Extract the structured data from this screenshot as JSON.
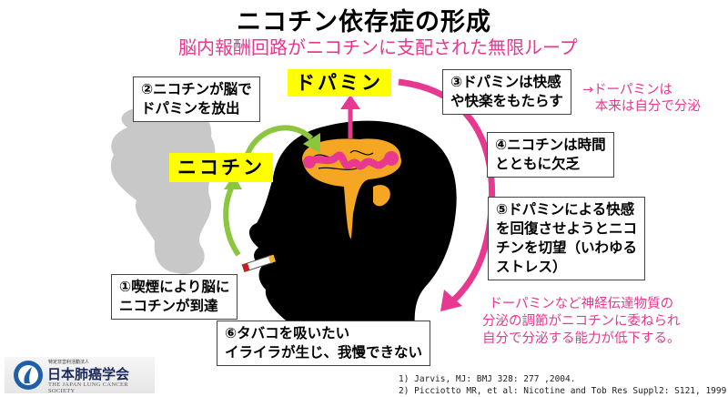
{
  "title": "ニコチン依存症の形成",
  "subtitle": "脳内報酬回路がニコチンに支配された無限ループ",
  "labels": {
    "dopamine": "ドパミン",
    "nicotine": "ニコチン"
  },
  "steps": [
    {
      "id": 1,
      "text": "①喫煙により脳に\nニコチンが到達"
    },
    {
      "id": 2,
      "text": "②ニコチンが脳で\nドパミンを放出"
    },
    {
      "id": 3,
      "text": "③ドパミンは快感\nや快楽をもたらす"
    },
    {
      "id": 4,
      "text": "④ニコチンは時間\nとともに欠乏"
    },
    {
      "id": 5,
      "text": "⑤ドパミンによる快感\nを回復させようとニコ\nチンを切望（いわゆる\nストレス）"
    },
    {
      "id": 6,
      "text": "⑥タバコを吸いたい\nイライラが生じ、我慢できない"
    }
  ],
  "notes": {
    "dopamine_note": "→ドーパミンは\n   本来は自分で分泌",
    "regulation_note": "ドーパミンなど神経伝達物質の\n分泌の調節がニコチンに委ねられ\n自分で分泌する能力が低下する。"
  },
  "references": [
    "1) Jarvis, MJ: BMJ 328: 277 ,2004.",
    "2) Picciotto MR, et al: Nicotine and Tob Res Suppl2: S121, 1999."
  ],
  "logo": {
    "org_type": "特定非営利活動法人",
    "name_ja": "日本肺癌学会",
    "name_en": "THE JAPAN LUNG CANCER SOCIETY"
  },
  "colors": {
    "accent_pink": "#e8388f",
    "highlight_yellow": "#ffff00",
    "arrow_green": "#8cc63f",
    "brain_orange": "#f5a623",
    "smoke_gray": "#c8c8c8"
  }
}
